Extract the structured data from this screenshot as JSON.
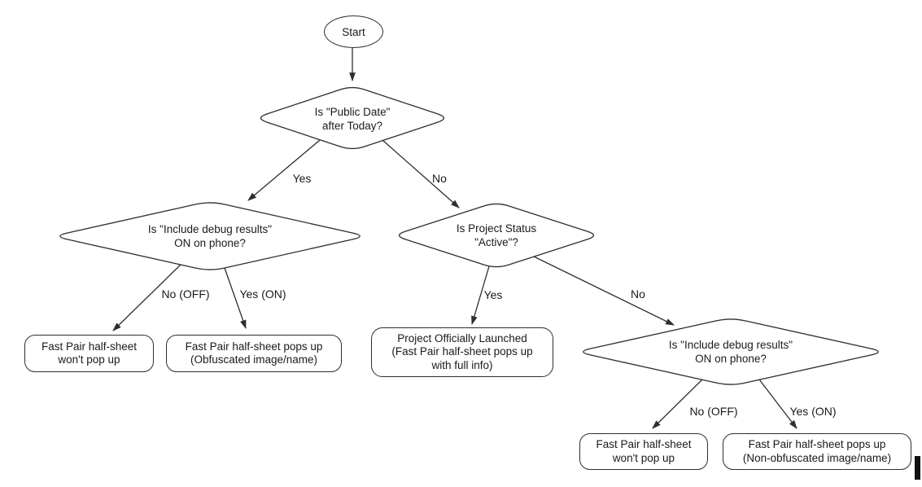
{
  "diagram": {
    "nodes": {
      "start": "Start",
      "decision_public_date": "Is \"Public Date\"\nafter Today?",
      "decision_debug_left": "Is \"Include debug results\"\nON on phone?",
      "decision_project_status": "Is Project Status\n\"Active\"?",
      "decision_debug_right": "Is \"Include debug results\"\nON on phone?",
      "outcome_no_popup_left": "Fast Pair half-sheet\nwon't pop up",
      "outcome_obfuscated": "Fast Pair half-sheet pops up\n(Obfuscated image/name)",
      "outcome_launched": "Project Officially Launched\n(Fast Pair half-sheet pops up\nwith full info)",
      "outcome_no_popup_right": "Fast Pair half-sheet\nwon't pop up",
      "outcome_non_obfuscated": "Fast Pair half-sheet pops up\n(Non-obfuscated image/name)"
    },
    "edge_labels": {
      "public_date_yes": "Yes",
      "public_date_no": "No",
      "debug_left_no": "No (OFF)",
      "debug_left_yes": "Yes (ON)",
      "project_status_yes": "Yes",
      "project_status_no": "No",
      "debug_right_no": "No (OFF)",
      "debug_right_yes": "Yes (ON)"
    },
    "colors": {
      "shape_stroke": "#2e2e2e",
      "text": "#1a1a1a",
      "background": "#ffffff",
      "cursor_bar": "#111111"
    }
  }
}
